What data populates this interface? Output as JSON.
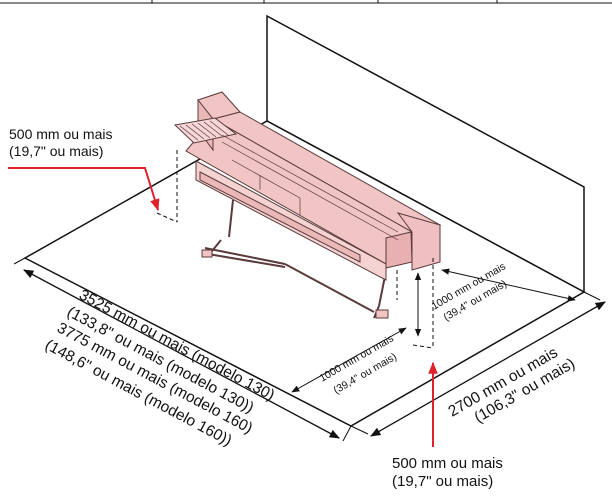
{
  "clearances": {
    "top_left_line1": "500 mm ou mais",
    "top_left_line2": "(19,7\" ou mais)",
    "bottom_right_line1": "500 mm ou mais",
    "bottom_right_line2": "(19,7\" ou mais)",
    "front_line1": "1000 mm ou mais",
    "front_line2": "(39,4\" ou mais)",
    "side_line1": "1000 mm ou mais",
    "side_line2": "(39,4\" ou mais)"
  },
  "dimensions": {
    "width_line1": "3525 mm ou mais (modelo 130)",
    "width_line2": "(133,8\" ou mais (modelo 130))",
    "width_line3": "3775 mm ou mais (modelo 160)",
    "width_line4": "(148,6\" ou mais (modelo 160))",
    "depth_line1": "2700 mm ou mais",
    "depth_line2": "(106,3\" ou mais)"
  },
  "colors": {
    "printer_fill": "#f2c5c5",
    "printer_stroke": "#5a3a3a",
    "arrow_red": "#e0202a",
    "line": "#111111"
  }
}
